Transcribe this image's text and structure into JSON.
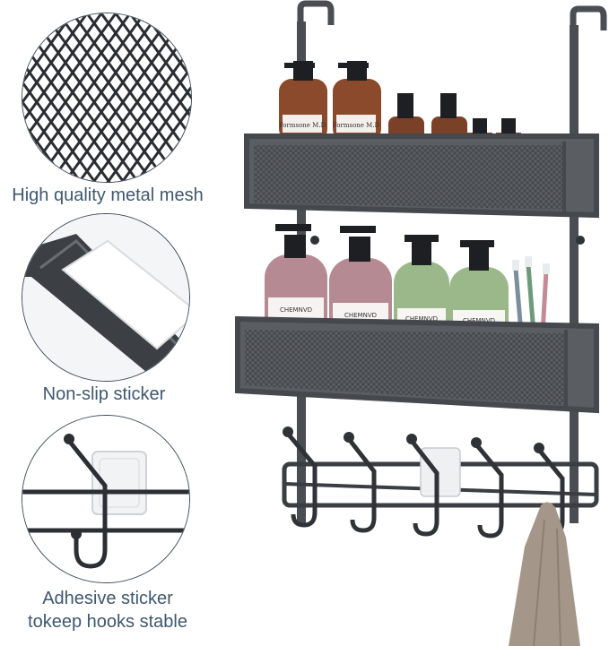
{
  "features": [
    {
      "caption": "High quality metal mesh"
    },
    {
      "caption": "Non-slip sticker"
    },
    {
      "caption": "Adhesive sticker tokeep hooks stable"
    }
  ],
  "bottle_labels": {
    "top_left": "Formsone M.D",
    "top_right": "Formsone M.D",
    "lower": "CHEMNVD"
  },
  "colors": {
    "frame": "#4a4d52",
    "caption_text": "#3f5770",
    "amber_bottle": "#8b4a2b",
    "pink_bottle": "#b58a92",
    "green_bottle": "#9bb88a",
    "towel": "#a5968a"
  }
}
